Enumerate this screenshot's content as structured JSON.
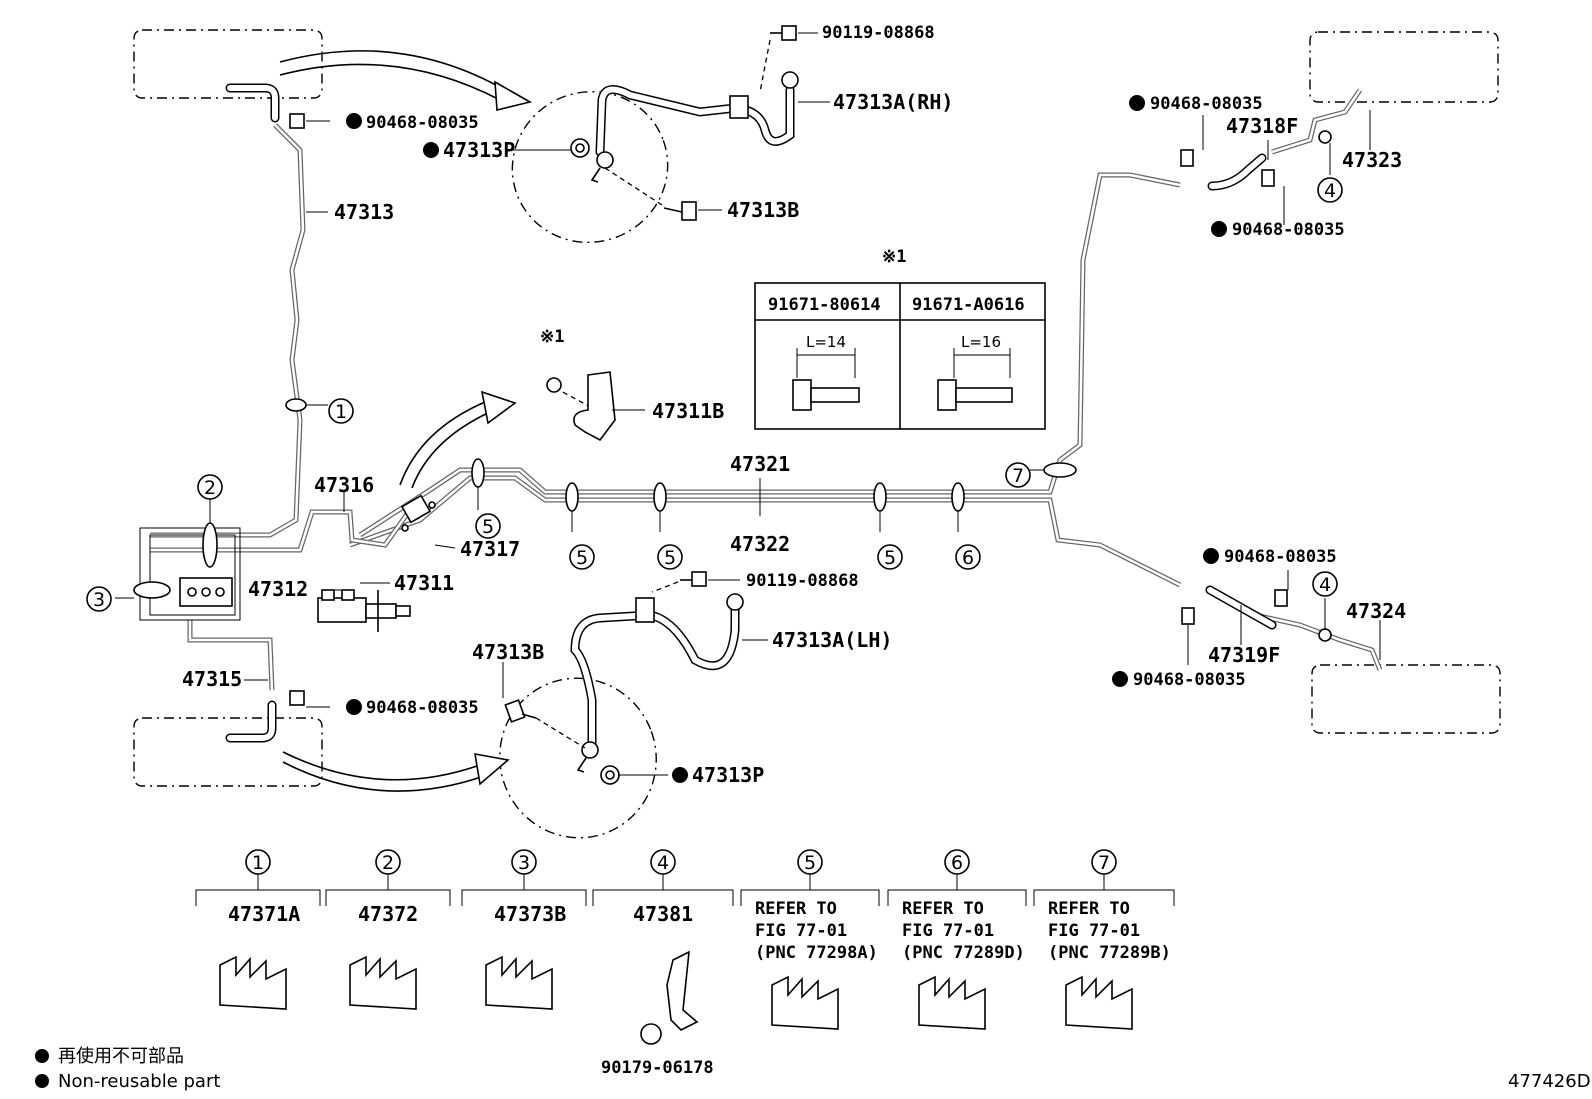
{
  "labels": {
    "bolt_top": "90119-08868",
    "hose_rh": "47313A(RH)",
    "clip_tl": "90468-08035",
    "clip_tr1": "90468-08035",
    "pin_rh": "47313P",
    "tube_47313": "47313",
    "bolt_rh": "47313B",
    "hose_47318f": "47318F",
    "tube_47323": "47323",
    "clip_tr2": "90468-08035",
    "note_mark_table": "※1",
    "bolt_a": "91671-80614",
    "bolt_b": "91671-A0616",
    "len_a": "L=14",
    "len_b": "L=16",
    "note_mark_bracket": "※1",
    "bracket": "47311B",
    "tube_47321": "47321",
    "tube_47316": "47316",
    "tube_47317": "47317",
    "tube_47322": "47322",
    "tube_47312": "47312",
    "tube_47311": "47311",
    "bolt_mid": "90119-08868",
    "hose_lh": "47313A(LH)",
    "bolt_lh": "47313B",
    "tube_47315": "47315",
    "clip_bl": "90468-08035",
    "pin_lh": "47313P",
    "clip_br1": "90468-08035",
    "tube_47324": "47324",
    "hose_47319f": "47319F",
    "clip_br2": "90468-08035"
  },
  "callouts": {
    "c1": "1",
    "c2": "2",
    "c3": "3",
    "c4a": "4",
    "c4b": "4",
    "c5a": "5",
    "c5b": "5",
    "c5c": "5",
    "c5d": "5",
    "c6": "6",
    "c7": "7"
  },
  "legend_items": [
    {
      "num": "1",
      "part": "47371A"
    },
    {
      "num": "2",
      "part": "47372"
    },
    {
      "num": "3",
      "part": "47373B"
    },
    {
      "num": "4",
      "part": "47381",
      "sub": "90179-06178"
    },
    {
      "num": "5",
      "refer1": "REFER TO",
      "refer2": "FIG 77-01",
      "refer3": "(PNC 77298A)"
    },
    {
      "num": "6",
      "refer1": "REFER TO",
      "refer2": "FIG 77-01",
      "refer3": "(PNC 77289D)"
    },
    {
      "num": "7",
      "refer1": "REFER TO",
      "refer2": "FIG 77-01",
      "refer3": "(PNC 77289B)"
    }
  ],
  "footnote": {
    "jp": "再使用不可部品",
    "en": "Non-reusable part"
  },
  "figure_id": "477426D"
}
